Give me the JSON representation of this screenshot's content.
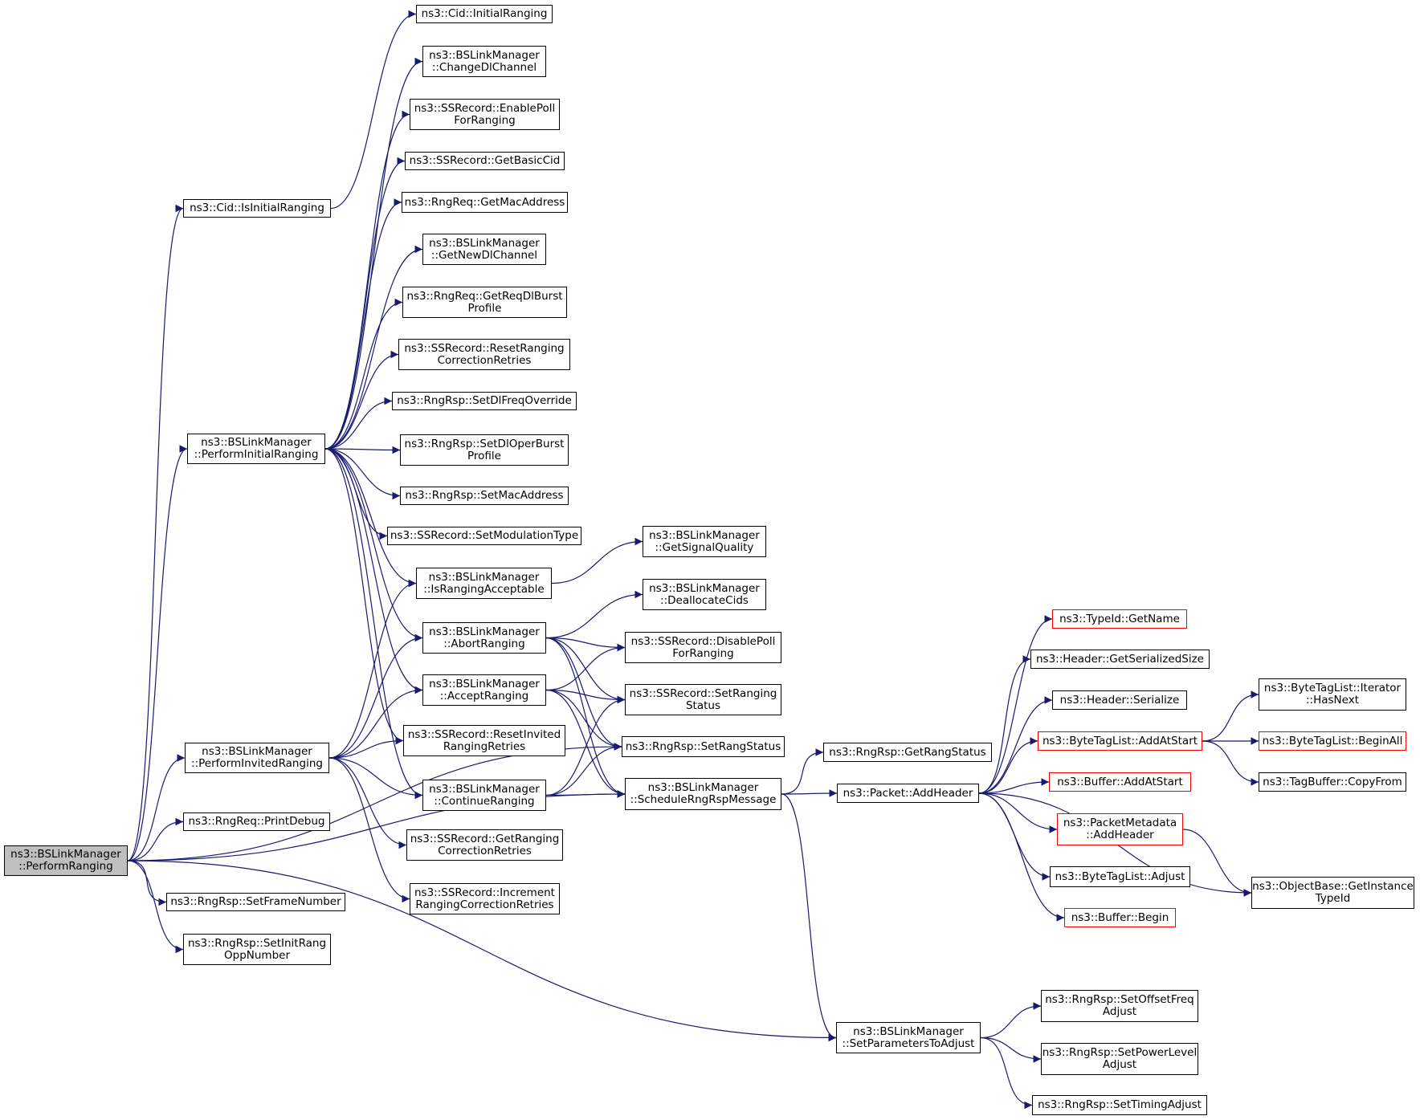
{
  "colors": {
    "edge": "#191970",
    "border": "#000000",
    "truncated_border": "#ff0000",
    "root_fill": "#bfbfbf",
    "background": "#ffffff"
  },
  "nodes": {
    "n_root": "ns3::BSLinkManager\n::PerformRanging",
    "n_is_initial": "ns3::Cid::IsInitialRanging",
    "n_perform_initial": "ns3::BSLinkManager\n::PerformInitialRanging",
    "n_perform_invited": "ns3::BSLinkManager\n::PerformInvitedRanging",
    "n_print_debug": "ns3::RngReq::PrintDebug",
    "n_set_frame": "ns3::RngRsp::SetFrameNumber",
    "n_set_init_rang": "ns3::RngRsp::SetInitRang\nOppNumber",
    "n_cid_initial": "ns3::Cid::InitialRanging",
    "n_change_dl": "ns3::BSLinkManager\n::ChangeDlChannel",
    "n_enable_poll": "ns3::SSRecord::EnablePoll\nForRanging",
    "n_get_basic_cid": "ns3::SSRecord::GetBasicCid",
    "n_get_mac": "ns3::RngReq::GetMacAddress",
    "n_get_new_dl": "ns3::BSLinkManager\n::GetNewDlChannel",
    "n_get_req_dl": "ns3::RngReq::GetReqDlBurst\nProfile",
    "n_reset_ranging_corr": "ns3::SSRecord::ResetRanging\nCorrectionRetries",
    "n_set_dl_freq": "ns3::RngRsp::SetDlFreqOverride",
    "n_set_dl_oper": "ns3::RngRsp::SetDlOperBurst\nProfile",
    "n_set_mac": "ns3::RngRsp::SetMacAddress",
    "n_set_mod": "ns3::SSRecord::SetModulationType",
    "n_is_acceptable": "ns3::BSLinkManager\n::IsRangingAcceptable",
    "n_abort": "ns3::BSLinkManager\n::AbortRanging",
    "n_accept": "ns3::BSLinkManager\n::AcceptRanging",
    "n_reset_invited": "ns3::SSRecord::ResetInvited\nRangingRetries",
    "n_continue": "ns3::BSLinkManager\n::ContinueRanging",
    "n_get_ranging_corr": "ns3::SSRecord::GetRanging\nCorrectionRetries",
    "n_increment": "ns3::SSRecord::Increment\nRangingCorrectionRetries",
    "n_signal": "ns3::BSLinkManager\n::GetSignalQuality",
    "n_dealloc": "ns3::BSLinkManager\n::DeallocateCids",
    "n_disable_poll": "ns3::SSRecord::DisablePoll\nForRanging",
    "n_set_ranging_status": "ns3::SSRecord::SetRanging\nStatus",
    "n_set_rang_status": "ns3::RngRsp::SetRangStatus",
    "n_schedule": "ns3::BSLinkManager\n::ScheduleRngRspMessage",
    "n_get_rang_status": "ns3::RngRsp::GetRangStatus",
    "n_add_header": "ns3::Packet::AddHeader",
    "n_set_params": "ns3::BSLinkManager\n::SetParametersToAdjust",
    "n_typeid_name": "ns3::TypeId::GetName",
    "n_get_ser_size": "ns3::Header::GetSerializedSize",
    "n_serialize": "ns3::Header::Serialize",
    "n_btl_add_start": "ns3::ByteTagList::AddAtStart",
    "n_buf_add_start": "ns3::Buffer::AddAtStart",
    "n_pm_add_header": "ns3::PacketMetadata\n::AddHeader",
    "n_btl_adjust": "ns3::ByteTagList::Adjust",
    "n_buf_begin": "ns3::Buffer::Begin",
    "n_has_next": "ns3::ByteTagList::Iterator\n::HasNext",
    "n_begin_all": "ns3::ByteTagList::BeginAll",
    "n_copy_from": "ns3::TagBuffer::CopyFrom",
    "n_get_instance": "ns3::ObjectBase::GetInstance\nTypeId",
    "n_set_offset": "ns3::RngRsp::SetOffsetFreq\nAdjust",
    "n_set_power": "ns3::RngRsp::SetPowerLevel\nAdjust",
    "n_set_timing": "ns3::RngRsp::SetTimingAdjust"
  },
  "edges": [
    [
      "n_root",
      "n_is_initial"
    ],
    [
      "n_root",
      "n_perform_initial"
    ],
    [
      "n_root",
      "n_perform_invited"
    ],
    [
      "n_root",
      "n_print_debug"
    ],
    [
      "n_root",
      "n_set_frame"
    ],
    [
      "n_root",
      "n_set_init_rang"
    ],
    [
      "n_root",
      "n_schedule"
    ],
    [
      "n_root",
      "n_set_rang_status"
    ],
    [
      "n_root",
      "n_set_params"
    ],
    [
      "n_is_initial",
      "n_cid_initial"
    ],
    [
      "n_perform_initial",
      "n_change_dl"
    ],
    [
      "n_perform_initial",
      "n_enable_poll"
    ],
    [
      "n_perform_initial",
      "n_get_basic_cid"
    ],
    [
      "n_perform_initial",
      "n_get_mac"
    ],
    [
      "n_perform_initial",
      "n_get_new_dl"
    ],
    [
      "n_perform_initial",
      "n_get_req_dl"
    ],
    [
      "n_perform_initial",
      "n_reset_ranging_corr"
    ],
    [
      "n_perform_initial",
      "n_set_dl_freq"
    ],
    [
      "n_perform_initial",
      "n_set_dl_oper"
    ],
    [
      "n_perform_initial",
      "n_set_mac"
    ],
    [
      "n_perform_initial",
      "n_set_mod"
    ],
    [
      "n_perform_initial",
      "n_is_acceptable"
    ],
    [
      "n_perform_initial",
      "n_abort"
    ],
    [
      "n_perform_initial",
      "n_accept"
    ],
    [
      "n_perform_initial",
      "n_reset_invited"
    ],
    [
      "n_perform_initial",
      "n_continue"
    ],
    [
      "n_perform_invited",
      "n_is_acceptable"
    ],
    [
      "n_perform_invited",
      "n_abort"
    ],
    [
      "n_perform_invited",
      "n_accept"
    ],
    [
      "n_perform_invited",
      "n_reset_invited"
    ],
    [
      "n_perform_invited",
      "n_continue"
    ],
    [
      "n_perform_invited",
      "n_get_ranging_corr"
    ],
    [
      "n_perform_invited",
      "n_increment"
    ],
    [
      "n_is_acceptable",
      "n_signal"
    ],
    [
      "n_abort",
      "n_dealloc"
    ],
    [
      "n_abort",
      "n_disable_poll"
    ],
    [
      "n_abort",
      "n_set_ranging_status"
    ],
    [
      "n_abort",
      "n_set_rang_status"
    ],
    [
      "n_abort",
      "n_schedule"
    ],
    [
      "n_accept",
      "n_disable_poll"
    ],
    [
      "n_accept",
      "n_set_ranging_status"
    ],
    [
      "n_accept",
      "n_set_rang_status"
    ],
    [
      "n_accept",
      "n_schedule"
    ],
    [
      "n_continue",
      "n_set_ranging_status"
    ],
    [
      "n_continue",
      "n_set_rang_status"
    ],
    [
      "n_continue",
      "n_schedule"
    ],
    [
      "n_schedule",
      "n_get_rang_status"
    ],
    [
      "n_schedule",
      "n_add_header"
    ],
    [
      "n_schedule",
      "n_set_params"
    ],
    [
      "n_add_header",
      "n_typeid_name"
    ],
    [
      "n_add_header",
      "n_get_ser_size"
    ],
    [
      "n_add_header",
      "n_serialize"
    ],
    [
      "n_add_header",
      "n_btl_add_start"
    ],
    [
      "n_add_header",
      "n_buf_add_start"
    ],
    [
      "n_add_header",
      "n_pm_add_header"
    ],
    [
      "n_add_header",
      "n_btl_adjust"
    ],
    [
      "n_add_header",
      "n_buf_begin"
    ],
    [
      "n_add_header",
      "n_get_instance"
    ],
    [
      "n_btl_add_start",
      "n_has_next"
    ],
    [
      "n_btl_add_start",
      "n_begin_all"
    ],
    [
      "n_btl_add_start",
      "n_copy_from"
    ],
    [
      "n_pm_add_header",
      "n_get_instance"
    ],
    [
      "n_set_params",
      "n_set_offset"
    ],
    [
      "n_set_params",
      "n_set_power"
    ],
    [
      "n_set_params",
      "n_set_timing"
    ]
  ]
}
